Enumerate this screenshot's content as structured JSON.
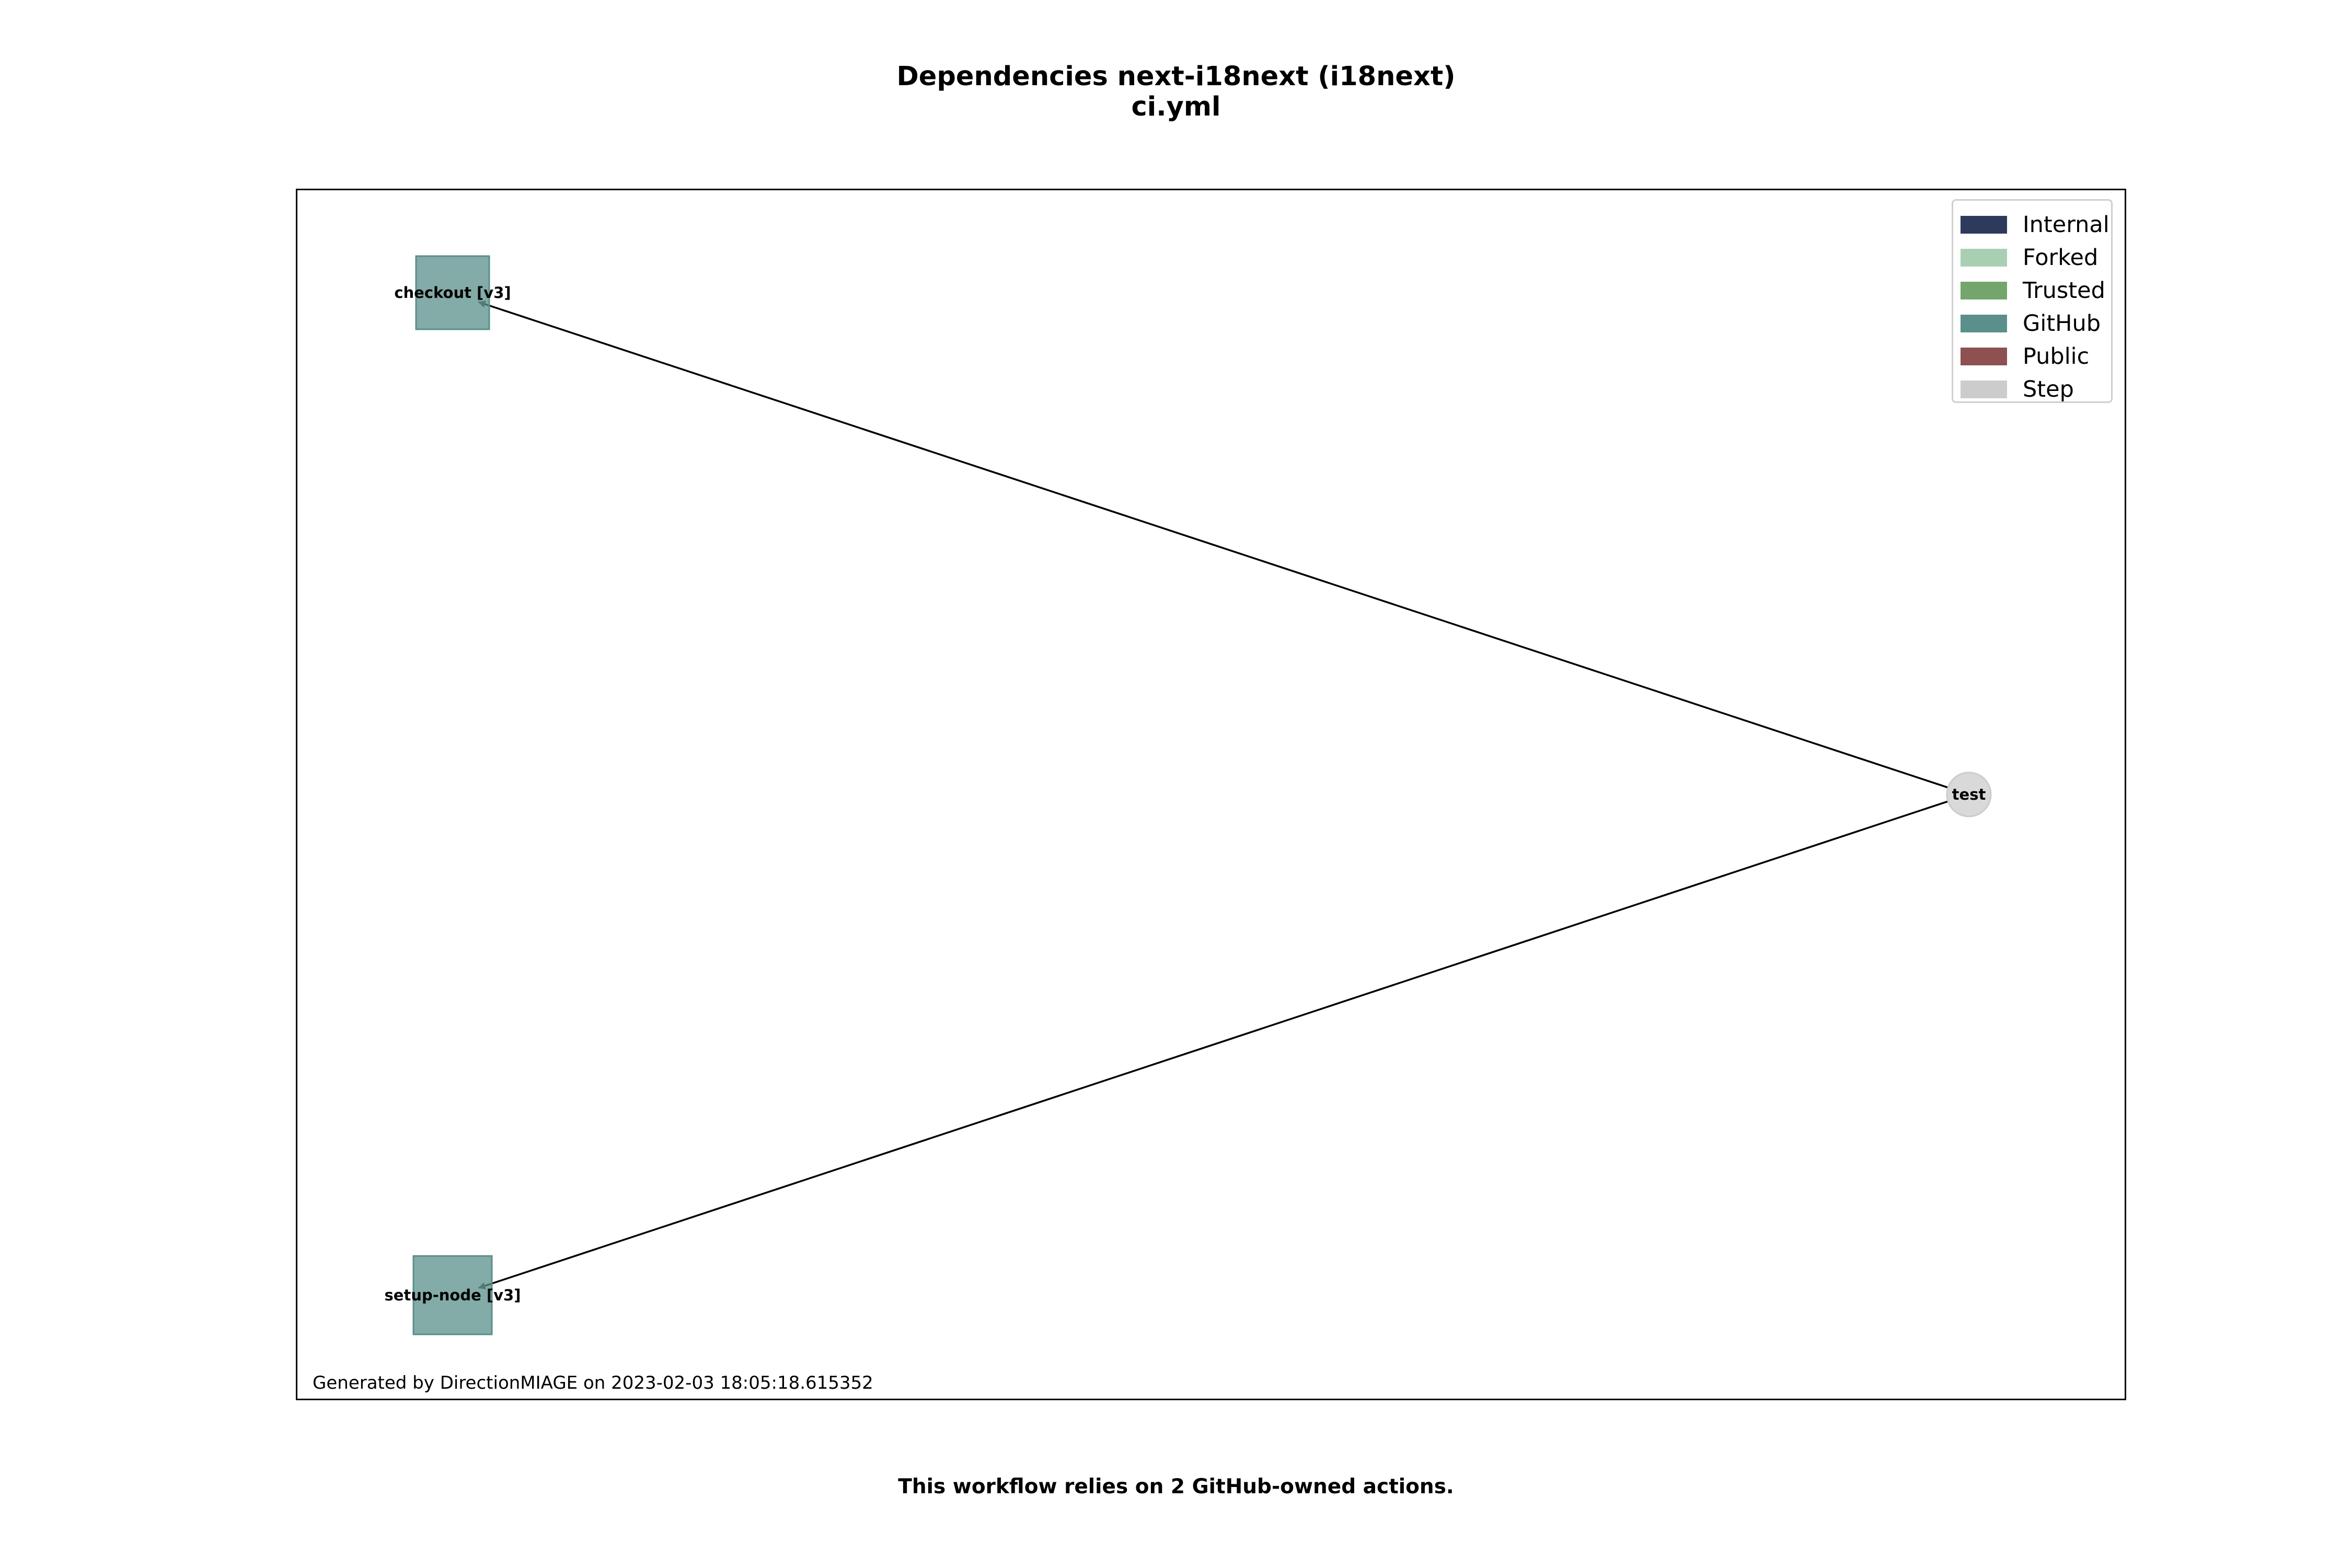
{
  "title": {
    "line1": "Dependencies next-i18next (i18next)",
    "line2": "ci.yml"
  },
  "legend": [
    {
      "label": "Internal",
      "color": "#2e3a5c"
    },
    {
      "label": "Forked",
      "color": "#a9cfb2"
    },
    {
      "label": "Trusted",
      "color": "#73a56c"
    },
    {
      "label": "GitHub",
      "color": "#5a8f8b"
    },
    {
      "label": "Public",
      "color": "#8e5050"
    },
    {
      "label": "Step",
      "color": "#cccccc"
    }
  ],
  "nodes": [
    {
      "id": "checkout",
      "label": "checkout [v3]",
      "category": "GitHub",
      "shape": "square"
    },
    {
      "id": "setup-node",
      "label": "setup-node [v3]",
      "category": "GitHub",
      "shape": "square"
    },
    {
      "id": "test",
      "label": "test",
      "category": "Step",
      "shape": "circle"
    }
  ],
  "edges": [
    {
      "from": "test",
      "to": "checkout"
    },
    {
      "from": "test",
      "to": "setup-node"
    }
  ],
  "generated_text": "Generated by DirectionMIAGE on 2023-02-03 18:05:18.615352",
  "footer_text": "This workflow relies on 2 GitHub-owned actions."
}
